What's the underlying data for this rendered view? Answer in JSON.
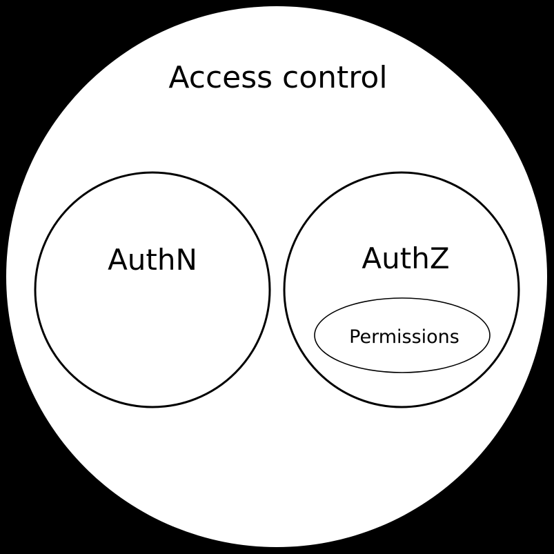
{
  "diagram": {
    "title": "Access control",
    "background_color": "#000000",
    "fill_color": "#ffffff",
    "stroke_color": "#000000",
    "text_color": "#000000",
    "sets": {
      "outer": {
        "label": "Access control"
      },
      "authn": {
        "label": "AuthN"
      },
      "authz": {
        "label": "AuthZ"
      },
      "permissions": {
        "label": "Permissions"
      }
    }
  }
}
